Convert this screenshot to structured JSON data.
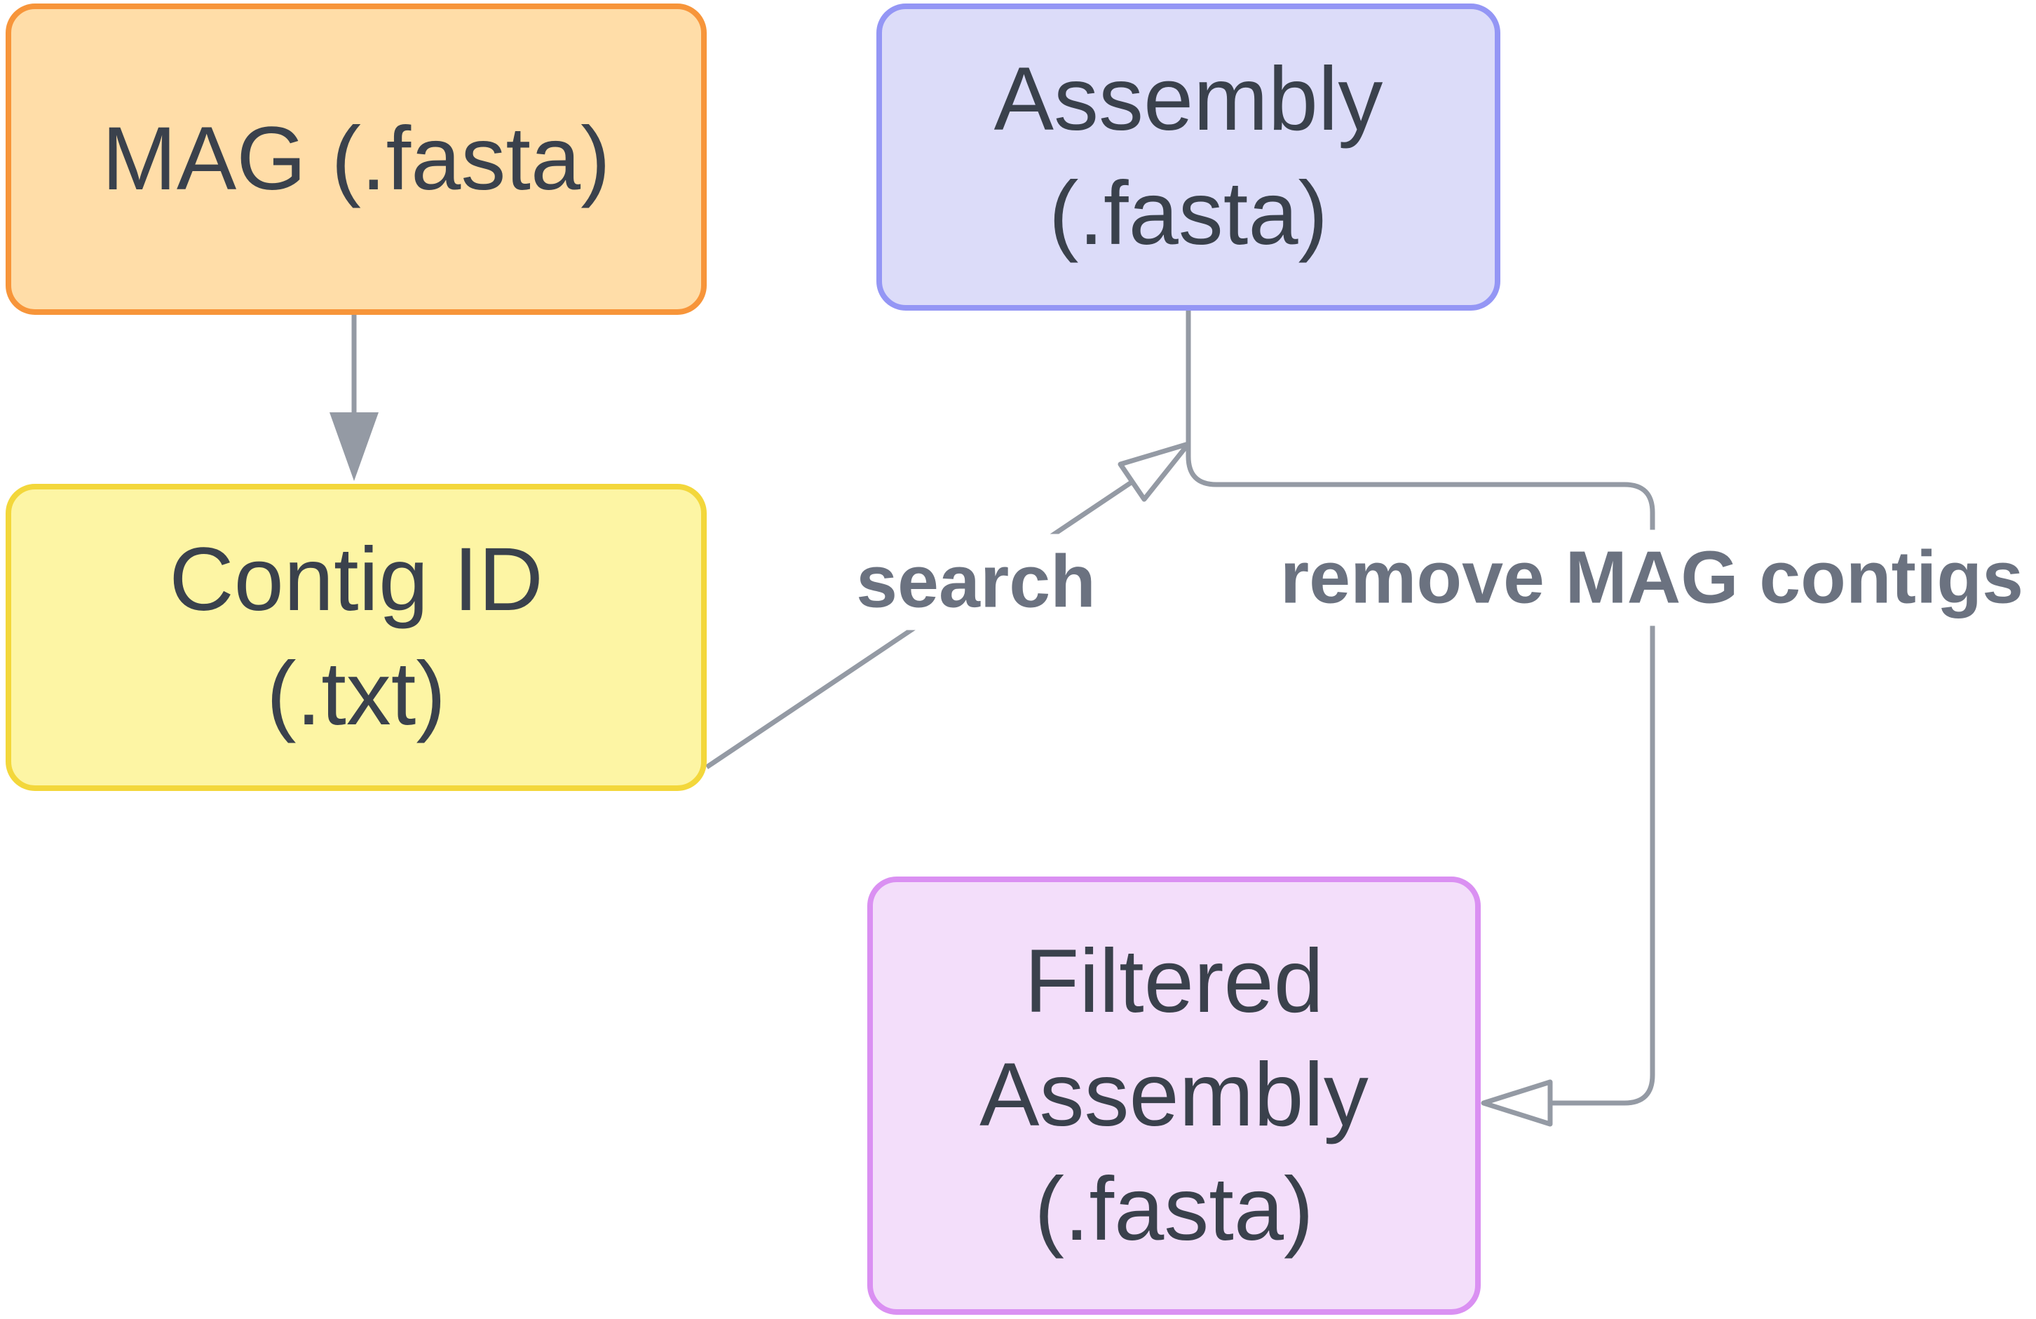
{
  "diagram": {
    "background": "#ffffff",
    "nodes": {
      "mag": {
        "label": "MAG (.fasta)",
        "lines": [
          "MAG (.fasta)"
        ],
        "fill": "#ffdda8",
        "border": "#f7953a"
      },
      "contig_id": {
        "label": "Contig ID (.txt)",
        "lines": [
          "Contig ID",
          "(.txt)"
        ],
        "fill": "#fdf5a4",
        "border": "#f3d73b"
      },
      "assembly": {
        "label": "Assembly (.fasta)",
        "lines": [
          "Assembly",
          "(.fasta)"
        ],
        "fill": "#dcdcf9",
        "border": "#9496f5"
      },
      "filtered_assembly": {
        "label": "Filtered Assembly (.fasta)",
        "lines": [
          "Filtered",
          "Assembly",
          "(.fasta)"
        ],
        "fill": "#f3defa",
        "border": "#da90f2"
      }
    },
    "edges": {
      "mag_to_contig_id": {
        "from": "mag",
        "to": "contig_id",
        "label": "",
        "arrowhead": "filled-triangle"
      },
      "contig_id_to_assembly": {
        "from": "contig_id",
        "to": "assembly",
        "label": "search",
        "arrowhead": "open-triangle"
      },
      "assembly_to_filtered_assembly": {
        "from": "assembly",
        "to": "filtered_assembly",
        "label": "remove MAG contigs",
        "arrowhead": "open-triangle"
      }
    },
    "colors": {
      "connector": "#949aa4",
      "edge_label_text": "#6b7280",
      "node_text": "#3a414c",
      "label_background": "#ffffff"
    }
  }
}
